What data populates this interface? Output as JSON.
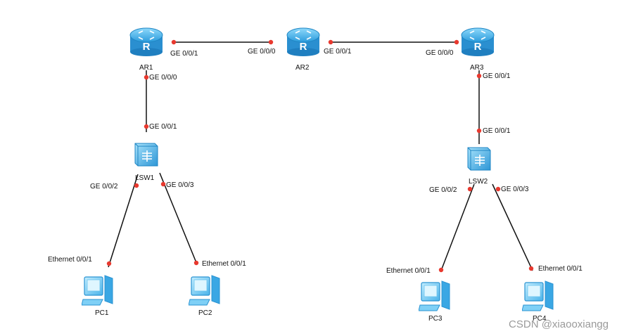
{
  "devices": {
    "ar1": {
      "name": "AR1",
      "type": "router"
    },
    "ar2": {
      "name": "AR2",
      "type": "router"
    },
    "ar3": {
      "name": "AR3",
      "type": "router"
    },
    "lsw1": {
      "name": "LSW1",
      "type": "switch"
    },
    "lsw2": {
      "name": "LSW2",
      "type": "switch"
    },
    "pc1": {
      "name": "PC1",
      "type": "pc"
    },
    "pc2": {
      "name": "PC2",
      "type": "pc"
    },
    "pc3": {
      "name": "PC3",
      "type": "pc"
    },
    "pc4": {
      "name": "PC4",
      "type": "pc"
    }
  },
  "links": [
    {
      "from": "AR1",
      "from_port": "GE 0/0/1",
      "to": "AR2",
      "to_port": "GE 0/0/0"
    },
    {
      "from": "AR2",
      "from_port": "GE 0/0/1",
      "to": "AR3",
      "to_port": "GE 0/0/0"
    },
    {
      "from": "AR1",
      "from_port": "GE 0/0/0",
      "to": "LSW1",
      "to_port": "GE 0/0/1"
    },
    {
      "from": "AR3",
      "from_port": "GE 0/0/1",
      "to": "LSW2",
      "to_port": "GE 0/0/1"
    },
    {
      "from": "LSW1",
      "from_port": "GE 0/0/2",
      "to": "PC1",
      "to_port": "Ethernet 0/0/1"
    },
    {
      "from": "LSW1",
      "from_port": "GE 0/0/3",
      "to": "PC2",
      "to_port": "Ethernet 0/0/1"
    },
    {
      "from": "LSW2",
      "from_port": "GE 0/0/2",
      "to": "PC3",
      "to_port": "Ethernet 0/0/1"
    },
    {
      "from": "LSW2",
      "from_port": "GE 0/0/3",
      "to": "PC4",
      "to_port": "Ethernet 0/0/1"
    }
  ],
  "watermark": "CSDN @xiaooxiangg",
  "colors": {
    "link": "#111111",
    "port_dot": "#e8392f",
    "device": "#3fb2ea",
    "device_dark": "#1f86c4"
  }
}
